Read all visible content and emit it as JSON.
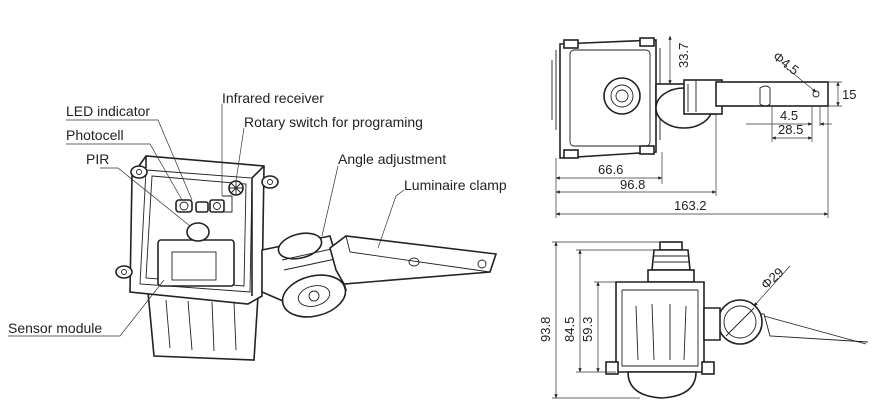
{
  "callouts": {
    "led_indicator": "LED indicator",
    "infrared_receiver": "Infrared receiver",
    "photocell": "Photocell",
    "rotary_switch": "Rotary switch for programing",
    "pir": "PIR",
    "angle_adjustment": "Angle adjustment",
    "luminaire_clamp": "Luminaire clamp",
    "sensor_module": "Sensor module"
  },
  "dimensions_top_view": {
    "d_33_7": "33.7",
    "d_phi_4_5": "Φ4.5",
    "d_15": "15",
    "d_4_5": "4.5",
    "d_28_5": "28.5",
    "d_66_6": "66.6",
    "d_96_8": "96.8",
    "d_163_2": "163.2"
  },
  "dimensions_side_view": {
    "d_phi_29": "Φ29",
    "d_93_8": "93.8",
    "d_84_5": "84.5",
    "d_59_3": "59.3"
  }
}
